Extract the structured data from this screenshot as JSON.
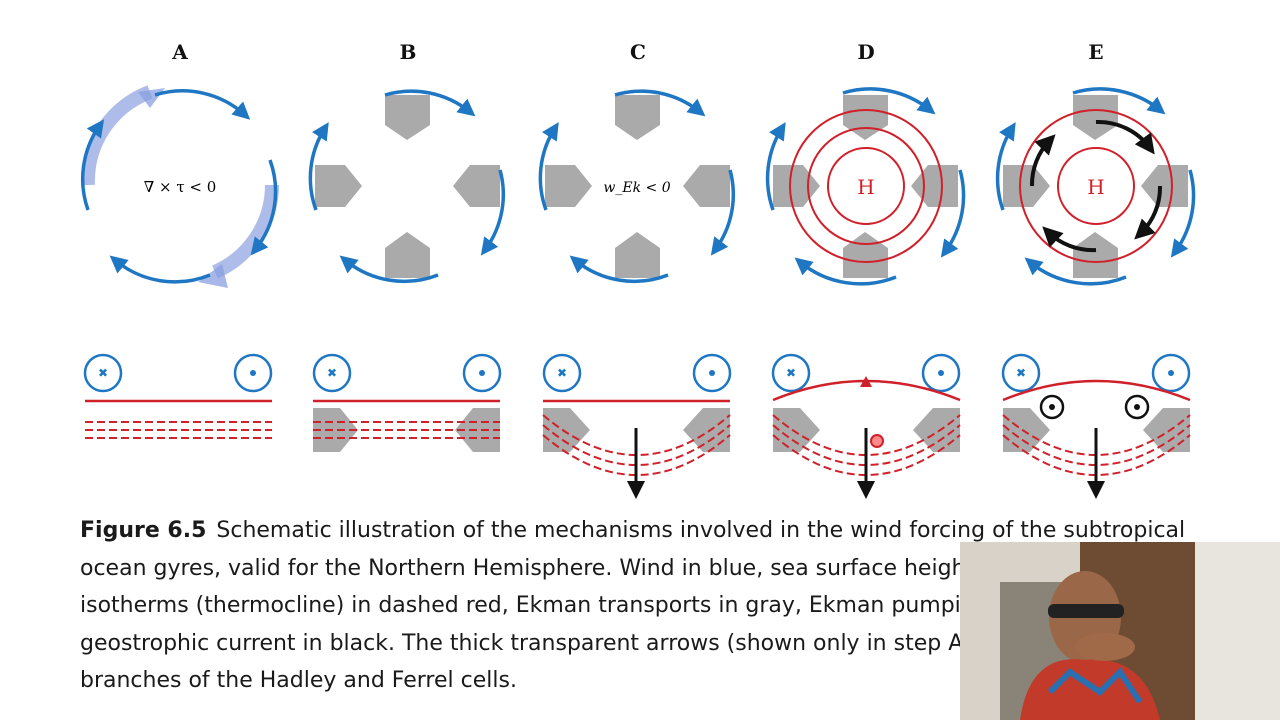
{
  "panels": [
    {
      "label": "A",
      "inner_text": "∇ × τ < 0"
    },
    {
      "label": "B",
      "inner_text": ""
    },
    {
      "label": "C",
      "inner_text": "w_Ek < 0"
    },
    {
      "label": "D",
      "inner_text": "H"
    },
    {
      "label": "E",
      "inner_text": "H"
    }
  ],
  "caption": {
    "figure_number": "Figure 6.5",
    "line1": "Schematic illustration of the mechanisms involved in the wind forcing of the subtropical",
    "line2": "ocean gyres, valid for the Northern Hemisphere. Wind in blue, sea surface height in",
    "line3": "isotherms (thermocline) in dashed red, Ekman transports in gray, Ekman pumping v",
    "line4": "geostrophic current in black. The thick transparent arrows (shown only in step A) re",
    "line5": "branches of the Hadley and Ferrel cells."
  },
  "colors": {
    "wind": "#1f77c4",
    "ssh": "#d0202a",
    "ekman": "#aaaaaa",
    "current": "#111111",
    "cells": "#8a9fe0"
  },
  "video_overlay": {
    "description_icon": "presenter-webcam"
  }
}
